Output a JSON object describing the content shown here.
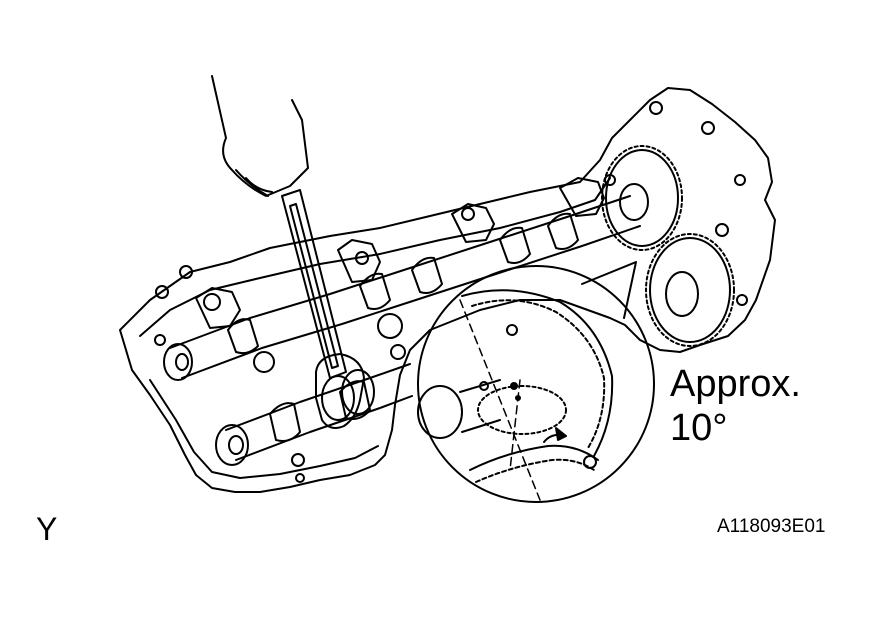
{
  "labels": {
    "angle_line1": "Approx.",
    "angle_line2": "10°",
    "corner_marker": "Y",
    "figure_id": "A118093E01"
  },
  "colors": {
    "line": "#000000",
    "background": "#ffffff"
  }
}
